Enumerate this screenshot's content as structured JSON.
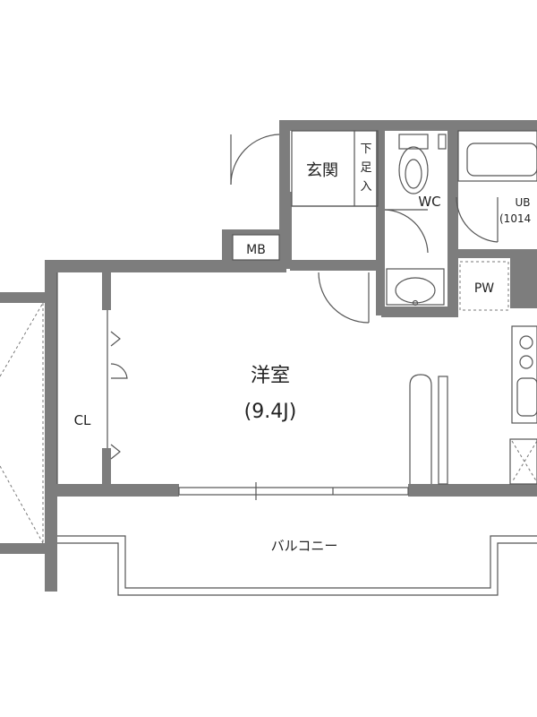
{
  "rooms": {
    "western_room": "洋室",
    "western_size": "(9.4J)",
    "entrance": "玄関",
    "shoe_box": [
      "下",
      "足",
      "入"
    ],
    "wc": "WC",
    "ub": "UB",
    "ub_size": "(1014",
    "mb": "MB",
    "pw": "PW",
    "cl": "CL",
    "balcony": "バルコニー"
  },
  "colors": {
    "wall": "#7d7d7d",
    "line": "#555555"
  }
}
